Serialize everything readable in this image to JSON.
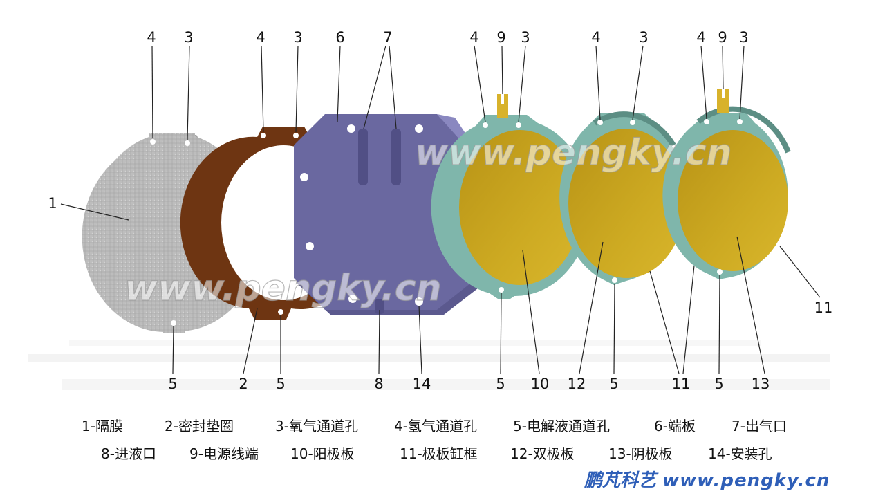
{
  "watermark": "www.pengky.cn",
  "brand": {
    "name": "鹏芃科艺",
    "url": "www.pengky.cn"
  },
  "colors": {
    "diaphragm": "#b9b9b9",
    "gasket": "#6e3512",
    "end_plate": "#6a68a0",
    "frame": "#7fb6ab",
    "plate_gold": "#c9a51b",
    "brand_blue": "#2f5fb8"
  },
  "callouts": {
    "diaphragm_top_a": "4",
    "diaphragm_top_b": "3",
    "diaphragm_side": "1",
    "diaphragm_bottom": "5",
    "gasket_top_a": "4",
    "gasket_top_b": "3",
    "gasket_bottom_a": "2",
    "gasket_bottom_b": "5",
    "endplate_top_a": "6",
    "endplate_top_b": "7",
    "endplate_bottom_a": "8",
    "endplate_bottom_b": "14",
    "anode_top_a": "4",
    "anode_top_b": "9",
    "anode_top_c": "3",
    "anode_bottom_a": "5",
    "anode_bottom_b": "10",
    "bipolar_top_a": "4",
    "bipolar_top_b": "3",
    "bipolar_bottom_a": "12",
    "bipolar_bottom_b": "5",
    "bipolar_bottom_c": "11",
    "cathode_top_a": "4",
    "cathode_top_b": "9",
    "cathode_top_c": "3",
    "cathode_bottom_a": "5",
    "cathode_bottom_b": "13",
    "cathode_side": "11"
  },
  "legend": {
    "row1": [
      "1-隔膜",
      "2-密封垫圈",
      "3-氧气通道孔",
      "4-氢气通道孔",
      "5-电解液通道孔",
      "6-端板",
      "7-出气口"
    ],
    "row2": [
      "8-进液口",
      "9-电源线端",
      "10-阳极板",
      "11-极板缸框",
      "12-双极板",
      "13-阴极板",
      "14-安装孔"
    ]
  }
}
